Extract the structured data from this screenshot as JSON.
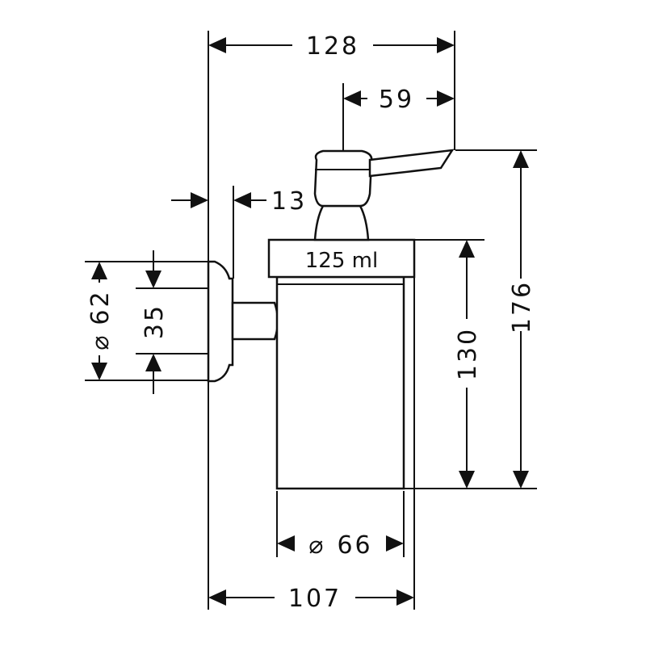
{
  "dimensions": {
    "overall_width_top": "128",
    "spout_length": "59",
    "wall_gap": "13",
    "flange_diameter": "62",
    "flange_hole_spacing": "35",
    "container_height": "130",
    "overall_height": "176",
    "container_diameter": "66",
    "overall_width_bottom": "107"
  },
  "labels": {
    "capacity": "125 ml",
    "diameter_symbol": "⌀"
  }
}
